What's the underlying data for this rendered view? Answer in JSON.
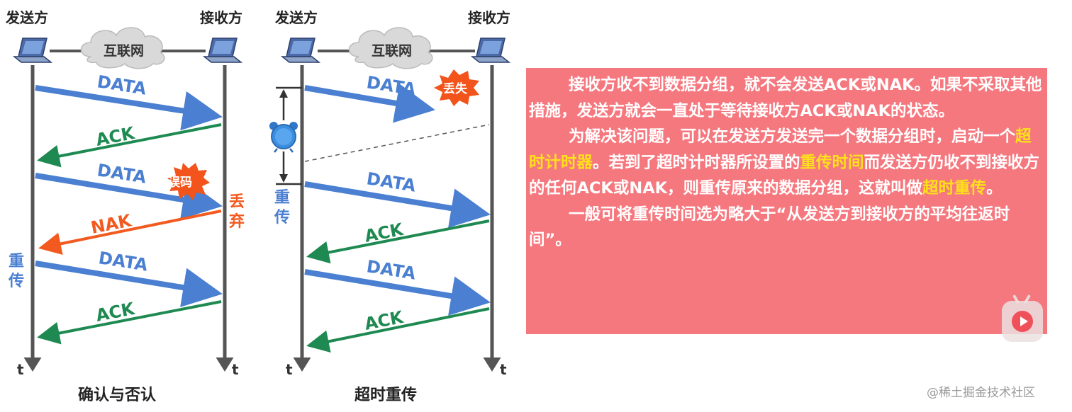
{
  "left": {
    "sender": "发送方",
    "receiver": "接收方",
    "cloud": "互联网",
    "messages": [
      "DATA",
      "ACK",
      "DATA",
      "NAK",
      "DATA",
      "ACK"
    ],
    "error_burst": "误码",
    "discard": [
      "丢",
      "弃"
    ],
    "retransmit": [
      "重",
      "传"
    ],
    "time_label": "t",
    "caption": "确认与否认"
  },
  "right": {
    "sender": "发送方",
    "receiver": "接收方",
    "cloud": "互联网",
    "messages": [
      "DATA",
      "DATA",
      "ACK",
      "DATA",
      "ACK"
    ],
    "lost_burst": "丢失",
    "retransmit": [
      "重",
      "传"
    ],
    "time_label": "t",
    "caption": "超时重传"
  },
  "explanation": {
    "p1": "接收方收不到数据分组，就不会发送ACK或NAK。如果不采取其他措施，发送方就会一直处于等待接收方ACK或NAK的状态。",
    "p2_a": "为解决该问题，可以在发送方发送完一个数据分组时，启动一个",
    "p2_hl1": "超时计时器",
    "p2_b": "。若到了超时计时器所设置的",
    "p2_hl2": "重传时间",
    "p2_c": "而发送方仍收不到接收方的任何ACK或NAK，则重传原来的数据分组，这就叫做",
    "p2_hl3": "超时重传",
    "p2_d": "。",
    "p3": "一般可将重传时间选为略大于“从发送方到接收方的平均往返时间”。"
  },
  "watermark": "@稀土掘金技术社区",
  "colors": {
    "data": "#4a7fd1",
    "ack": "#1e8a52",
    "nak": "#f25a1f",
    "highlight": "#ffe11a",
    "panel": "#f6787f"
  },
  "icons": {
    "computer": "laptop-icon",
    "network": "cloud-icon",
    "timer": "alarm-clock-icon",
    "video": "play-icon"
  }
}
